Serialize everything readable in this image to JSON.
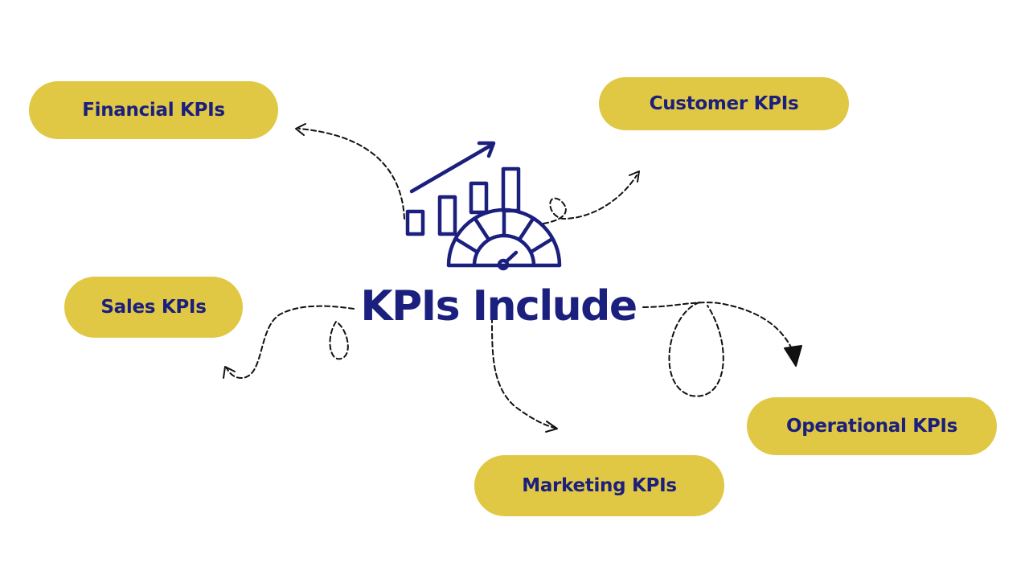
{
  "title": "KPIs Include",
  "icon": "kpi-dashboard-chart-icon",
  "colors": {
    "navy": "#1b1f7d",
    "pill": "#e0c845",
    "arrow": "#111111",
    "background": "#ffffff"
  },
  "categories": [
    {
      "id": "financial",
      "label": "Financial KPIs"
    },
    {
      "id": "customer",
      "label": "Customer KPIs"
    },
    {
      "id": "sales",
      "label": "Sales KPIs"
    },
    {
      "id": "marketing",
      "label": "Marketing KPIs"
    },
    {
      "id": "operational",
      "label": "Operational KPIs"
    }
  ]
}
